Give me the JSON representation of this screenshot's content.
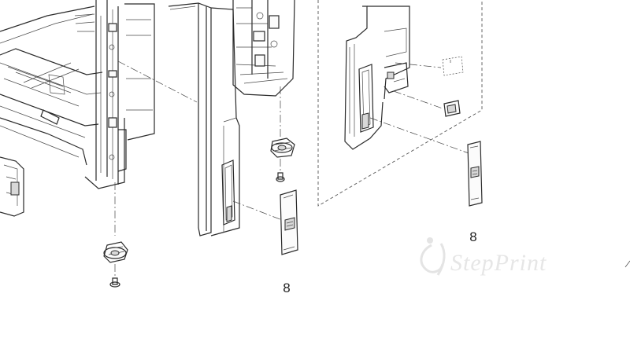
{
  "callouts": {
    "middle_part": "8",
    "right_part": "8"
  },
  "watermark": {
    "text": "StepPrint",
    "color": "#e6e6e6"
  },
  "colors": {
    "line": "#2a2a2a",
    "background": "#ffffff"
  }
}
